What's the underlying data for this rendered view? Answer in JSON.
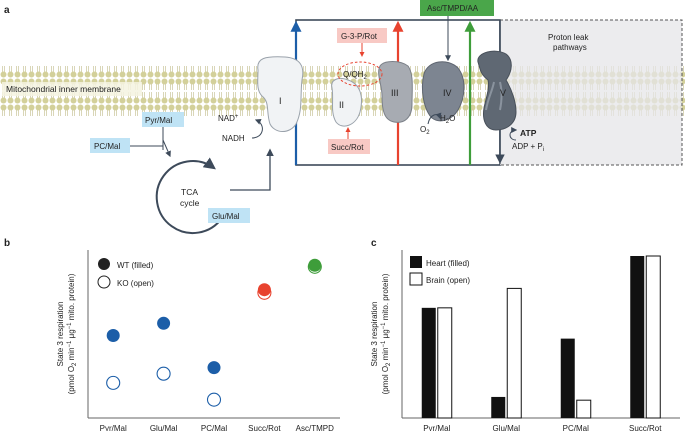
{
  "panels": {
    "a": "a",
    "b": "b",
    "c": "c"
  },
  "diagram": {
    "membrane_label": "Mitochondrial inner membrane",
    "proton_leak": [
      "Proton leak",
      "pathways"
    ],
    "complexes": [
      "I",
      "II",
      "III",
      "IV",
      "V"
    ],
    "g3p_rot": "G-3-P/Rot",
    "q_qh2": "Q/QH",
    "q_qh2_sub": "2",
    "succ_rot": "Succ/Rot",
    "asc_tmpd_aa": "Asc/TMPD/AA",
    "nad": "NAD",
    "nad_sup": "+",
    "nadh": "NADH",
    "o2": "O",
    "o2_sub": "2",
    "h2o_h": "H",
    "h2o_sub": "2",
    "h2o_o": "O",
    "atp": "ATP",
    "adp_pi": "ADP + P",
    "adp_pi_sub": "i",
    "pyr_mal": "Pyr/Mal",
    "pc_mal": "PC/Mal",
    "glu_mal": "Glu/Mal",
    "tca": [
      "TCA",
      "cycle"
    ],
    "colors": {
      "blue": "#1c5ea8",
      "red": "#e8432f",
      "green": "#3e9d3a",
      "light_blue": "#bfe3f5",
      "pink": "#f8c9c4",
      "green_box": "#4aa64a",
      "leak": "#e6e6e8"
    }
  },
  "chart_data": [
    {
      "type": "scatter",
      "ylabel_line1": "State 3 respiration",
      "ylabel_line2": "(pmol O",
      "ylabel_sub": "2",
      "ylabel_tail": " min",
      "ylabel_sup": "−1",
      "ylabel_ug": " μg",
      "ylabel_sup2": "−1",
      "ylabel_end": " mito. protein)",
      "categories": [
        "Pyr/Mal",
        "Glu/Mal",
        "PC/Mal",
        "Succ/Rot",
        "Asc/TMPD"
      ],
      "series": [
        {
          "name": "WT (filled)",
          "values": [
            0.54,
            0.62,
            0.33,
            0.84,
            1.0
          ]
        },
        {
          "name": "KO (open)",
          "values": [
            0.23,
            0.29,
            0.12,
            0.82,
            0.99
          ]
        }
      ],
      "point_colors": [
        "#1c5ea8",
        "#1c5ea8",
        "#1c5ea8",
        "#e8432f",
        "#3e9d3a"
      ],
      "ylim": [
        0,
        1.1
      ],
      "legend": "top-left"
    },
    {
      "type": "bar",
      "ylabel_line1": "State 3 respiration",
      "ylabel_line2": "(pmol O",
      "ylabel_sub": "2",
      "ylabel_tail": " min",
      "ylabel_sup": "−1",
      "ylabel_ug": " μg",
      "ylabel_sup2": "−1",
      "ylabel_end": " mito. protein)",
      "categories": [
        "Pyr/Mal",
        "Glu/Mal",
        "PC/Mal",
        "Succ/Rot"
      ],
      "series": [
        {
          "name": "Heart (filled)",
          "values": [
            0.68,
            0.13,
            0.49,
            1.0
          ]
        },
        {
          "name": "Brain (open)",
          "values": [
            0.68,
            0.8,
            0.11,
            1.0
          ]
        }
      ],
      "ylim": [
        0,
        1.0
      ],
      "legend": "top-left"
    }
  ]
}
